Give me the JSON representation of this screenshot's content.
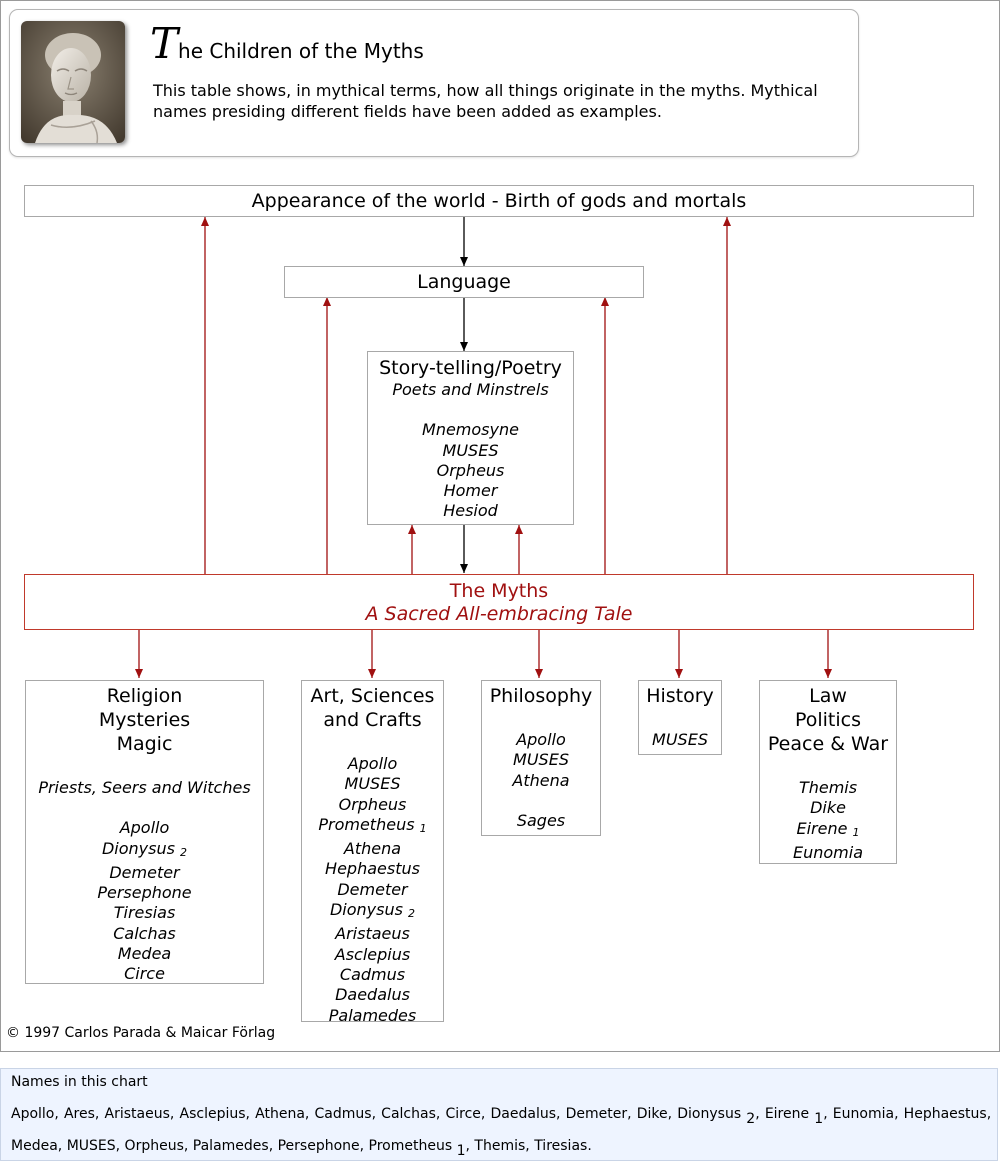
{
  "header": {
    "title_initial": "T",
    "title_rest": "he Children of the Myths",
    "intro": "This table shows, in mythical terms, how all things originate in the myths. Mythical names presiding different fields have been added as examples."
  },
  "diagram": {
    "appearance": "Appearance of the world - Birth of gods and mortals",
    "language": "Language",
    "story": {
      "heading": "Story-telling/Poetry",
      "subtitle": "Poets and Minstrels",
      "names": [
        "Mnemosyne",
        "MUSES",
        "Orpheus",
        "Homer",
        "Hesiod"
      ]
    },
    "myths": {
      "title": "The Myths",
      "subtitle": "A Sacred All-embracing Tale"
    },
    "religion": {
      "heading": [
        "Religion",
        "Mysteries",
        "Magic"
      ],
      "subtitle": "Priests, Seers and Witches",
      "names": [
        "Apollo",
        "Dionysus",
        "Demeter",
        "Persephone",
        "Tiresias",
        "Calchas",
        "Medea",
        "Circe"
      ],
      "dionysus_sub": "2"
    },
    "arts": {
      "heading": [
        "Art, Sciences",
        "and Crafts"
      ],
      "names": [
        "Apollo",
        "MUSES",
        "Orpheus",
        "Prometheus",
        "Athena",
        "Hephaestus",
        "Demeter",
        "Dionysus",
        "Aristaeus",
        "Asclepius",
        "Cadmus",
        "Daedalus",
        "Palamedes"
      ],
      "prometheus_sub": "1",
      "dionysus_sub": "2"
    },
    "philosophy": {
      "heading": "Philosophy",
      "names": [
        "Apollo",
        "MUSES",
        "Athena"
      ],
      "extra": "Sages"
    },
    "history": {
      "heading": "History",
      "names": [
        "MUSES"
      ]
    },
    "law": {
      "heading": [
        "Law",
        "Politics",
        "Peace & War"
      ],
      "names": [
        "Themis",
        "Dike",
        "Eirene",
        "Eunomia"
      ],
      "eirene_sub": "1"
    },
    "colors": {
      "red": "#a01010",
      "arrow_black": "#000000",
      "border": "#a8a8a8"
    }
  },
  "copyright": "© 1997 Carlos Parada & Maicar Förlag",
  "names_panel": {
    "label": "Names in this chart",
    "names": [
      "Apollo",
      "Ares",
      "Aristaeus",
      "Asclepius",
      "Athena",
      "Cadmus",
      "Calchas",
      "Circe",
      "Daedalus",
      "Demeter",
      "Dike",
      "Dionysus",
      "Eirene",
      "Eunomia",
      "Hephaestus",
      "Medea",
      "MUSES",
      "Orpheus",
      "Palamedes",
      "Persephone",
      "Prometheus",
      "Themis",
      "Tiresias"
    ],
    "dionysus_sub": "2",
    "eirene_sub": "1",
    "prometheus_sub": "1"
  }
}
